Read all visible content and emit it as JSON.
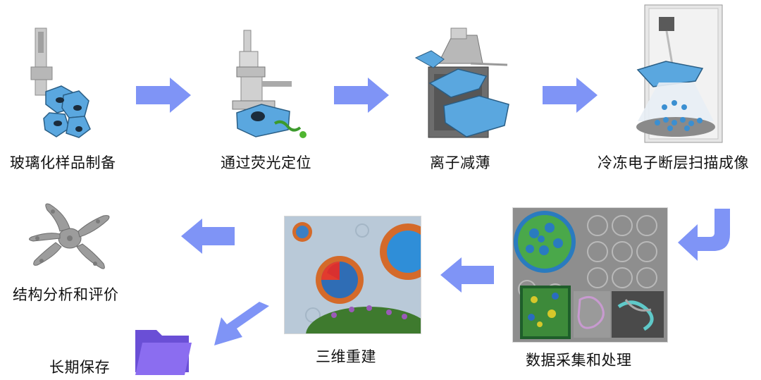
{
  "steps": {
    "vitrification": "玻璃化样品制备",
    "fluorescence": "通过荧光定位",
    "ion_thinning": "离子减薄",
    "tomography": "冷冻电子断层扫描成像",
    "data_processing": "数据采集和处理",
    "reconstruction": "三维重建",
    "analysis": "结构分析和评价",
    "archiving": "长期保存"
  },
  "colors": {
    "arrow": "#7f94f6",
    "cell_blue": "#5aa7df",
    "folder_purple": "#7a5ce8"
  },
  "icons": {
    "archiving": "folder-icon"
  }
}
